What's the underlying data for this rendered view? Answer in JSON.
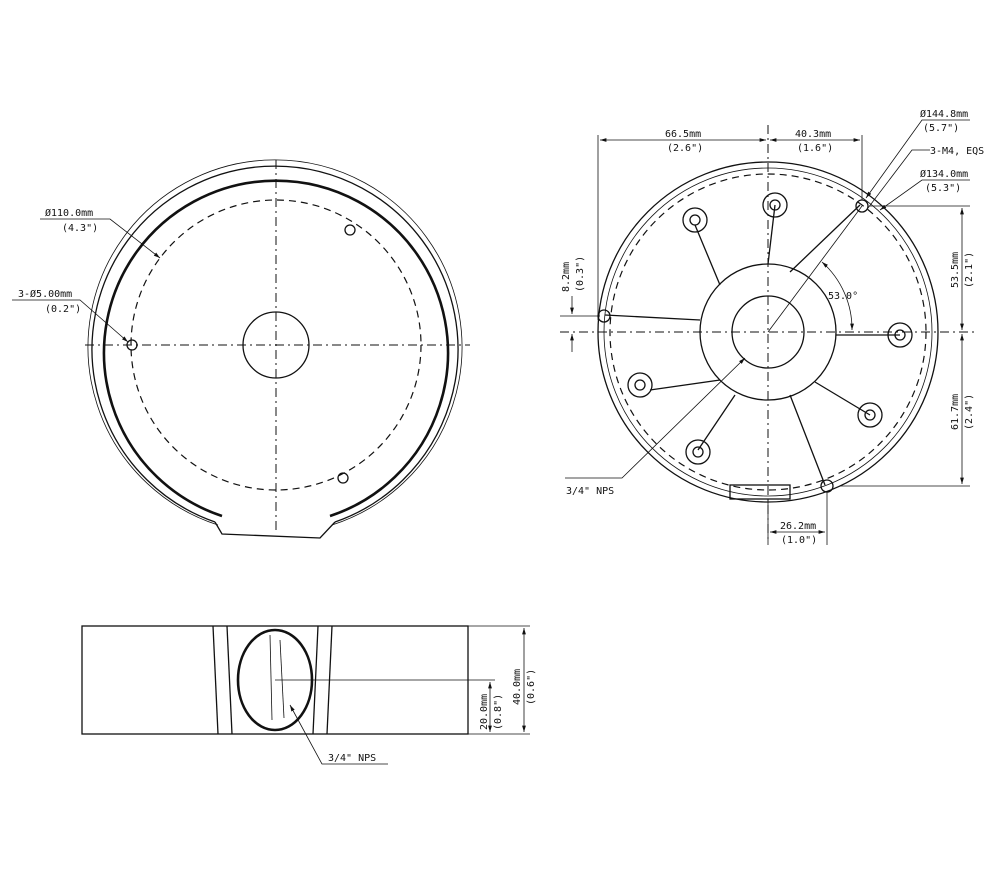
{
  "front_view": {
    "diameter_label": "Ø110.0mm",
    "diameter_inch": "(4.3\")",
    "holes_label": "3-Ø5.00mm",
    "holes_inch": "(0.2\")"
  },
  "back_view": {
    "dim_left": "66.5mm",
    "dim_left_inch": "(2.6\")",
    "dim_right": "40.3mm",
    "dim_right_inch": "(1.6\")",
    "outer_diameter": "Ø144.8mm",
    "outer_diameter_inch": "(5.7\")",
    "screws": "3-M4, EQS",
    "bolt_circle": "Ø134.0mm",
    "bolt_circle_inch": "(5.3\")",
    "offset": "8.2mm",
    "offset_inch": "(0.3\")",
    "angle": "53.0°",
    "dim_upper": "53.5mm",
    "dim_upper_inch": "(2.1\")",
    "dim_lower": "61.7mm",
    "dim_lower_inch": "(2.4\")",
    "thread": "3/4\" NPS",
    "dim_bottom": "26.2mm",
    "dim_bottom_inch": "(1.0\")"
  },
  "side_view": {
    "height": "40.0mm",
    "height_inch": "(0.6\")",
    "hole_height": "20.0mm",
    "hole_height_inch": "(0.8\")",
    "thread": "3/4\" NPS"
  }
}
